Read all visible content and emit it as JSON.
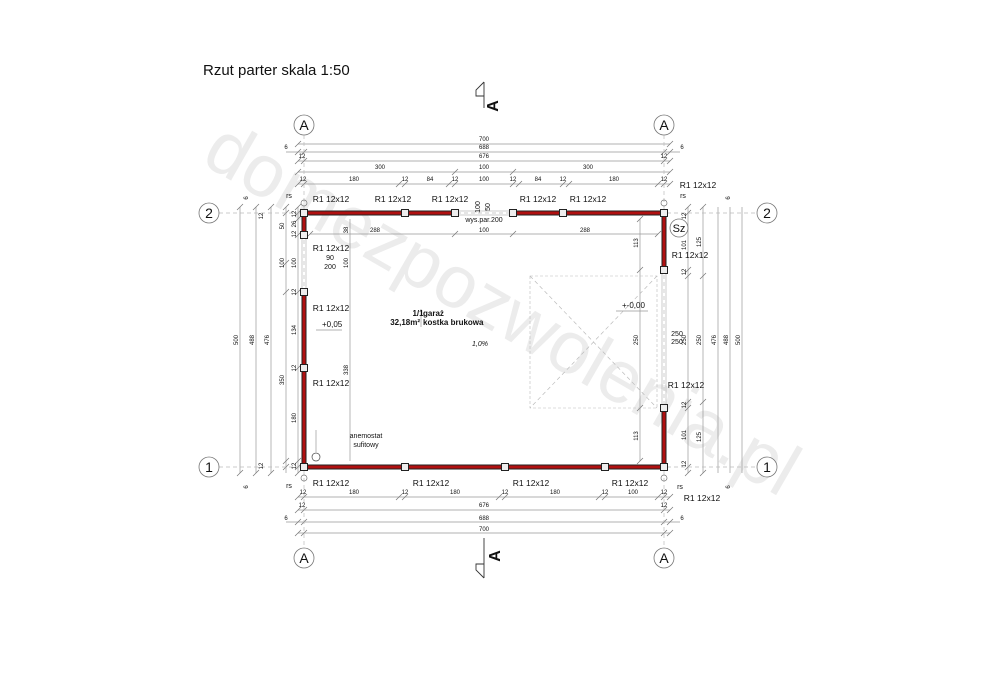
{
  "title": "Rzut parter  skala 1:50",
  "watermark": "domezpozwolenia.pl",
  "section_mark": "A",
  "axes": {
    "a": "A",
    "one": "1",
    "two": "2",
    "sz": "Sz"
  },
  "column_label": "R1 12x12",
  "rs": "rs",
  "room": {
    "number": "1/1",
    "name": "garaż",
    "area": "32,18m²",
    "finish": "kostka brukowa",
    "slope": "1,0%"
  },
  "levels": {
    "left": "+0,05",
    "right": "+-0,00"
  },
  "door": {
    "width": "90",
    "height": "200"
  },
  "gate": {
    "top_a": "100",
    "top_b": "50",
    "sill": "wys.par.200",
    "right_a": "250",
    "right_b": "250"
  },
  "anemostat": {
    "line1": "anemostat",
    "line2": "sufitowy"
  },
  "dims_top": {
    "overall": "700",
    "r2": "688",
    "r2_ext": "6",
    "r3": "676",
    "r3_end": "12",
    "r4": [
      "300",
      "100",
      "300"
    ],
    "r5": [
      "12",
      "180",
      "12",
      "84",
      "12",
      "100",
      "12",
      "84",
      "12",
      "180",
      "12"
    ],
    "inner": [
      "288",
      "100",
      "288"
    ]
  },
  "dims_bottom": {
    "r1": [
      "12",
      "180",
      "12",
      "180",
      "12",
      "180",
      "12",
      "100",
      "12"
    ],
    "r2": "676",
    "r2_end": "12",
    "r3": "688",
    "r3_ext": "6",
    "r4": "700"
  },
  "dims_left": {
    "overall": "500",
    "r2": "488",
    "r3": "476",
    "ext": "6",
    "r4": [
      "12",
      "50",
      "100",
      "350",
      "12"
    ],
    "r5": [
      "12",
      "26",
      "12",
      "100",
      "12",
      "134",
      "12",
      "180",
      "12"
    ],
    "inner": [
      "38",
      "100",
      "338"
    ]
  },
  "dims_right": {
    "inner": [
      "113",
      "250",
      "113"
    ],
    "r1": [
      "12",
      "101",
      "12",
      "250",
      "12",
      "101",
      "12"
    ],
    "r2": [
      "125",
      "250",
      "125"
    ],
    "r3": "476",
    "r4": "488",
    "r5": "500",
    "ext": "6"
  }
}
